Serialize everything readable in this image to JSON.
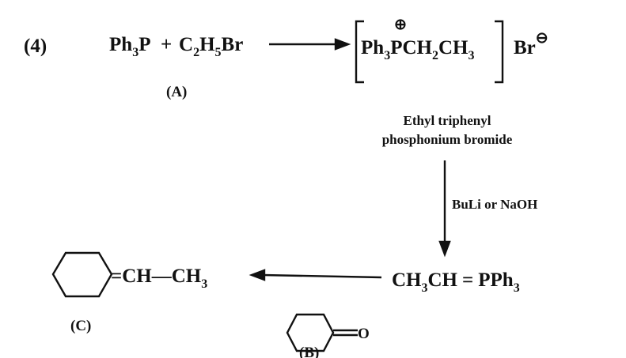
{
  "problem_number": "(4)",
  "step1": {
    "reactant1": {
      "main": "Ph",
      "sub": "3",
      "tail": "P"
    },
    "plus": "+",
    "reactant2": {
      "c": "C",
      "c_sub": "2",
      "h": "H",
      "h_sub": "5",
      "br": "Br"
    },
    "label_A": "(A)",
    "product": {
      "ph": "Ph",
      "ph_sub": "3",
      "p": "P",
      "charge": "⊕",
      "ch2": "CH",
      "ch2_sub": "2",
      "ch3": "CH",
      "ch3_sub": "3"
    },
    "counter_ion": {
      "br": "Br",
      "charge": "⊖"
    },
    "product_name_line1": "Ethyl triphenyl",
    "product_name_line2": "phosphonium bromide"
  },
  "step2": {
    "reagent": "BuLi or NaOH",
    "ylide": {
      "ch3": "CH",
      "ch3_sub": "3",
      "ch": "CH",
      "double_bond": "=",
      "pph": "PPh",
      "pph_sub": "3"
    }
  },
  "step3": {
    "ketone_atom": "O",
    "label_B": "(B)",
    "product": {
      "eq": "=",
      "ch": "CH",
      "dash": "—",
      "ch3": "CH",
      "ch3_sub": "3"
    },
    "label_C": "(C)"
  }
}
